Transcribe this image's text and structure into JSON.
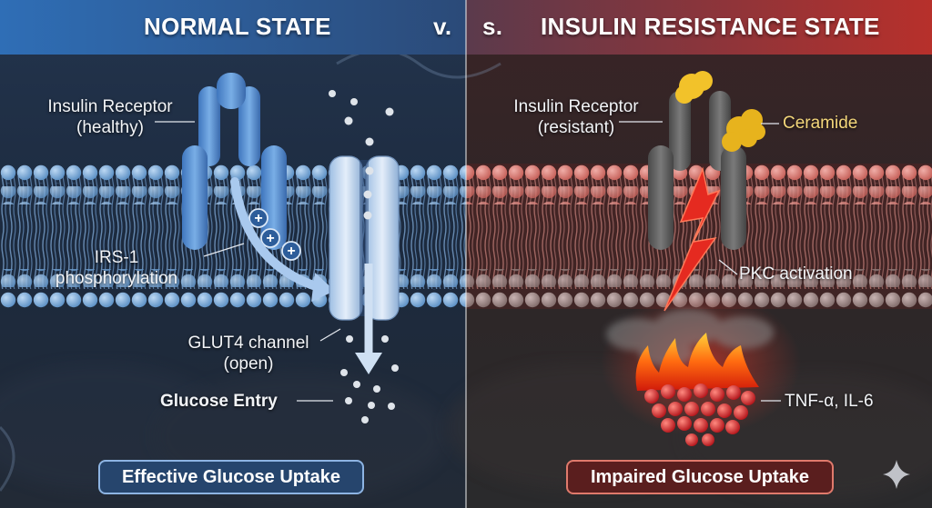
{
  "header": {
    "left_title": "NORMAL STATE",
    "vs_left": "v.",
    "vs_right": "s.",
    "right_title": "INSULIN RESISTANCE STATE"
  },
  "normal": {
    "receptor_label_line1": "Insulin Receptor",
    "receptor_label_line2": "(healthy)",
    "irs_label_line1": "IRS-1",
    "irs_label_line2": "phosphorylation",
    "glut4_label_line1": "GLUT4 channel",
    "glut4_label_line2": "(open)",
    "glucose_entry": "Glucose Entry",
    "badge": "Effective Glucose Uptake"
  },
  "resistant": {
    "receptor_label_line1": "Insulin Receptor",
    "receptor_label_line2": "(resistant)",
    "ceramide_label": "Ceramide",
    "pkc_label": "PKC activation",
    "cytokines_label": "TNF-α, IL-6",
    "badge": "Impaired Glucose Uptake"
  },
  "colors": {
    "normal_accent": "#4f8fd8",
    "resistant_accent": "#c23a30",
    "ceramide": "#f2c22a",
    "receptor_resistant": "#5a5a5a"
  },
  "icons": {
    "phosphate": "plus-circle-icon",
    "lightning": "lightning-bolt-icon",
    "sparkle": "sparkle-icon"
  }
}
